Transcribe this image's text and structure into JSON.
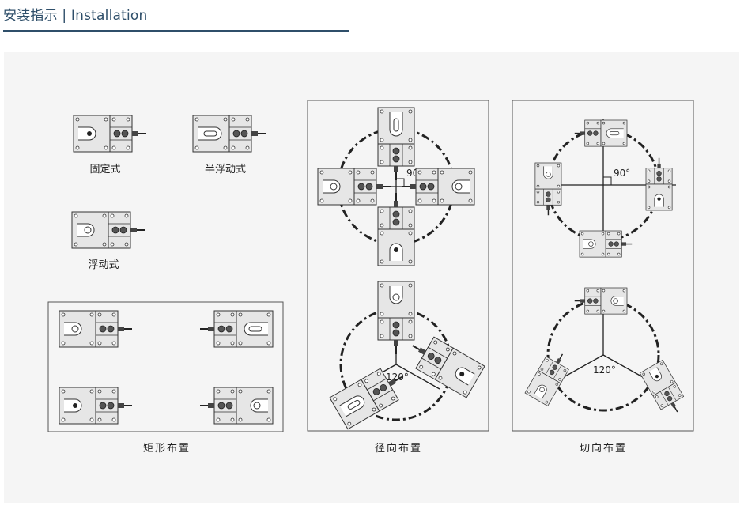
{
  "header": {
    "title": "安装指示 | Installation"
  },
  "labels": {
    "fixed": "固定式",
    "semi_floating": "半浮动式",
    "floating": "浮动式",
    "rectangular": "矩形布置",
    "radial": "径向布置",
    "tangential": "切向布置",
    "angle_90": "90°",
    "angle_120": "120°"
  },
  "colors": {
    "line": "#333333",
    "module_fill": "#e6e6e6",
    "panel": "#f5f5f5",
    "accent": "#2f4f6a"
  }
}
